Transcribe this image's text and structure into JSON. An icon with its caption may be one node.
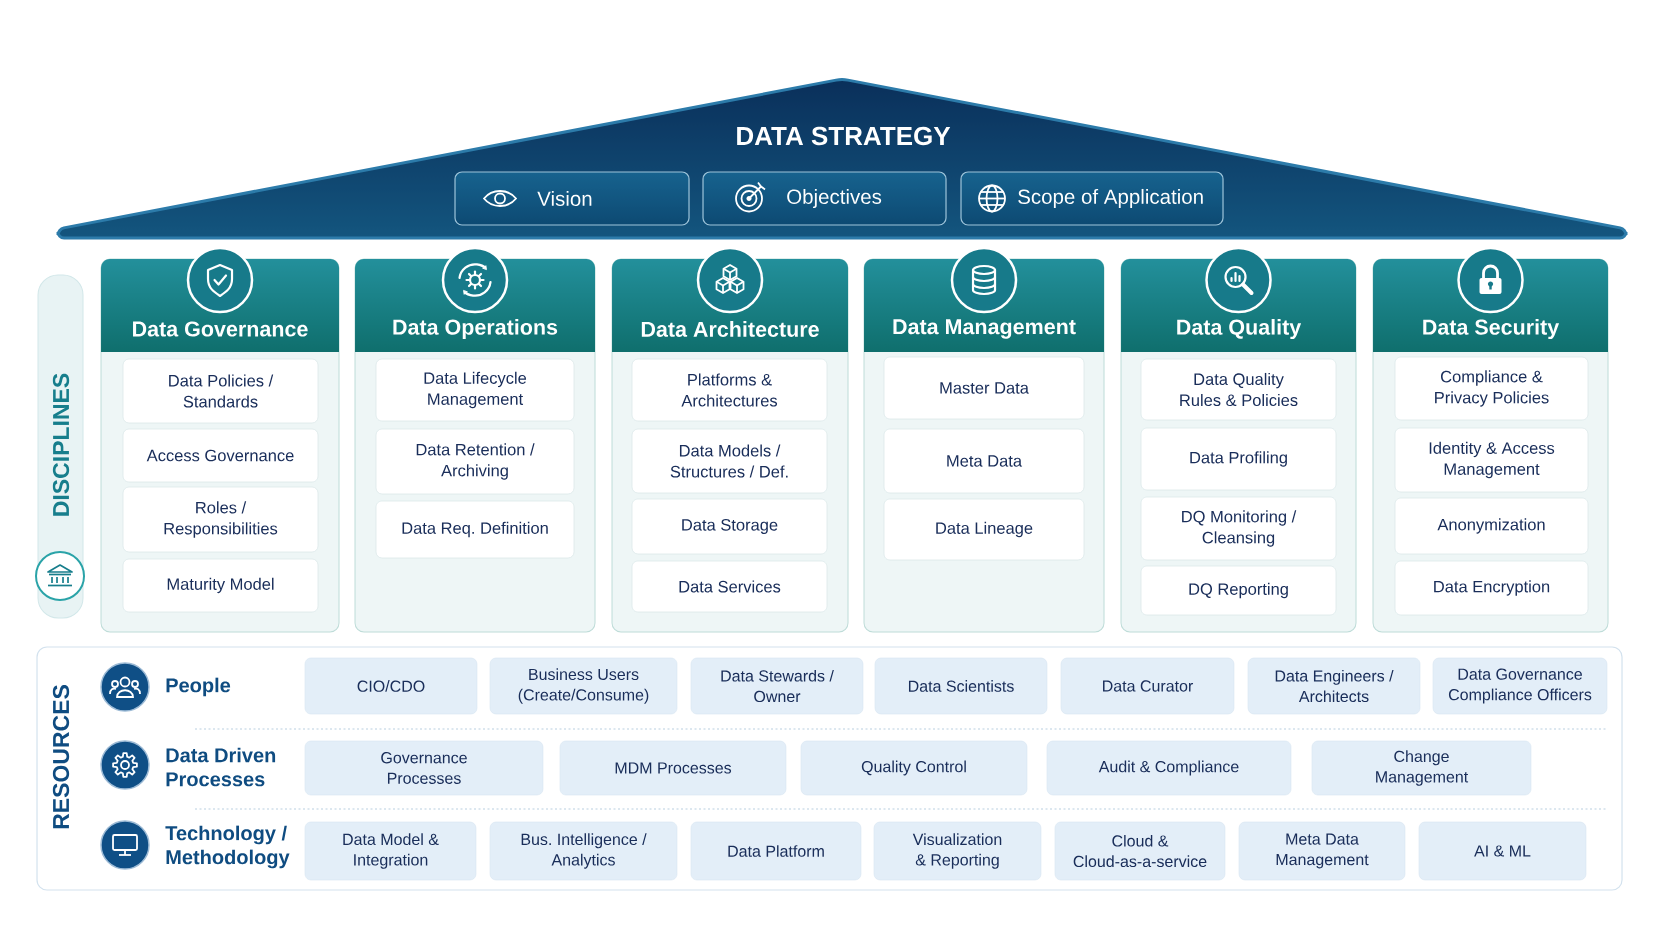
{
  "diagram": {
    "nodes": [
      {
        "text": [
          "DATA STRATEGY"
        ]
      },
      {
        "text": [
          "Vision"
        ],
        "in": 0
      },
      {
        "text": [
          "Objectives"
        ],
        "in": 0
      },
      {
        "text": [
          "Scope of Application"
        ],
        "in": 0
      },
      {
        "text": [
          "DISCIPLINES"
        ]
      },
      {
        "text": [
          "Data Governance"
        ]
      },
      {
        "text": [
          "Data Policies / Standards"
        ],
        "in": 5
      },
      {
        "text": [
          "Access Governance"
        ],
        "in": 5
      },
      {
        "text": [
          "Roles / Responsibilities"
        ],
        "in": 5
      },
      {
        "text": [
          "Maturity Model"
        ],
        "in": 5
      },
      {
        "text": [
          "Data Operations"
        ]
      },
      {
        "text": [
          "Data Lifecycle Management"
        ],
        "in": 10
      },
      {
        "text": [
          "Data Retention / Archiving"
        ],
        "in": 10
      },
      {
        "text": [
          "Data Req. Definition"
        ],
        "in": 10
      },
      {
        "text": [
          "Data Architecture"
        ]
      },
      {
        "text": [
          "Platforms & Architectures"
        ],
        "in": 14
      },
      {
        "text": [
          "Data Models / Structures / Def."
        ],
        "in": 14
      },
      {
        "text": [
          "Data Storage"
        ],
        "in": 14
      },
      {
        "text": [
          "Data Services"
        ],
        "in": 14
      },
      {
        "text": [
          "Data Management"
        ]
      },
      {
        "text": [
          "Master Data"
        ],
        "in": 19
      },
      {
        "text": [
          "Meta Data"
        ],
        "in": 19
      },
      {
        "text": [
          "Data Lineage"
        ],
        "in": 19
      },
      {
        "text": [
          "Data Quality"
        ]
      },
      {
        "text": [
          "Data Quality Rules & Policies"
        ],
        "in": 23
      },
      {
        "text": [
          "Data Profiling"
        ],
        "in": 23
      },
      {
        "text": [
          "DQ Monitoring / Cleansing"
        ],
        "in": 23
      },
      {
        "text": [
          "DQ Reporting"
        ],
        "in": 23
      },
      {
        "text": [
          "Data Security"
        ]
      },
      {
        "text": [
          "Compliance & Privacy Policies"
        ],
        "in": 28
      },
      {
        "text": [
          "Identity & Access Management"
        ],
        "in": 28
      },
      {
        "text": [
          "Anonymization"
        ],
        "in": 28
      },
      {
        "text": [
          "Data Encryption"
        ],
        "in": 28
      },
      {
        "text": [
          "RESOURCES",
          "People",
          "Data Driven Processes",
          "Technology / Methodology"
        ]
      },
      {
        "text": [
          "CIO/CDO"
        ],
        "in": 33
      },
      {
        "text": [
          "Business Users (Create/Consume)"
        ],
        "in": 33
      },
      {
        "text": [
          "Data Stewards / Owner"
        ],
        "in": 33
      },
      {
        "text": [
          "Data Scientists"
        ],
        "in": 33
      },
      {
        "text": [
          "Data Curator"
        ],
        "in": 33
      },
      {
        "text": [
          "Data Engineers / Architects"
        ],
        "in": 33
      },
      {
        "text": [
          "Data Governance Compliance Officers"
        ],
        "in": 33
      },
      {
        "text": [
          "Governance Processes"
        ],
        "in": 33
      },
      {
        "text": [
          "MDM Processes"
        ],
        "in": 33
      },
      {
        "text": [
          "Quality Control"
        ],
        "in": 33
      },
      {
        "text": [
          "Audit & Compliance"
        ],
        "in": 33
      },
      {
        "text": [
          "Change Management"
        ],
        "in": 33
      },
      {
        "text": [
          "Data Model & Integration"
        ],
        "in": 33
      },
      {
        "text": [
          "Bus. Intelligence / Analytics"
        ],
        "in": 33
      },
      {
        "text": [
          "Data Platform"
        ],
        "in": 33
      },
      {
        "text": [
          "Visualization & Reporting"
        ],
        "in": 33
      },
      {
        "text": [
          "Cloud & Cloud-as-a-service"
        ],
        "in": 33
      },
      {
        "text": [
          "Meta Data Management"
        ],
        "in": 33
      },
      {
        "text": [
          "AI & ML"
        ],
        "in": 33
      }
    ]
  }
}
